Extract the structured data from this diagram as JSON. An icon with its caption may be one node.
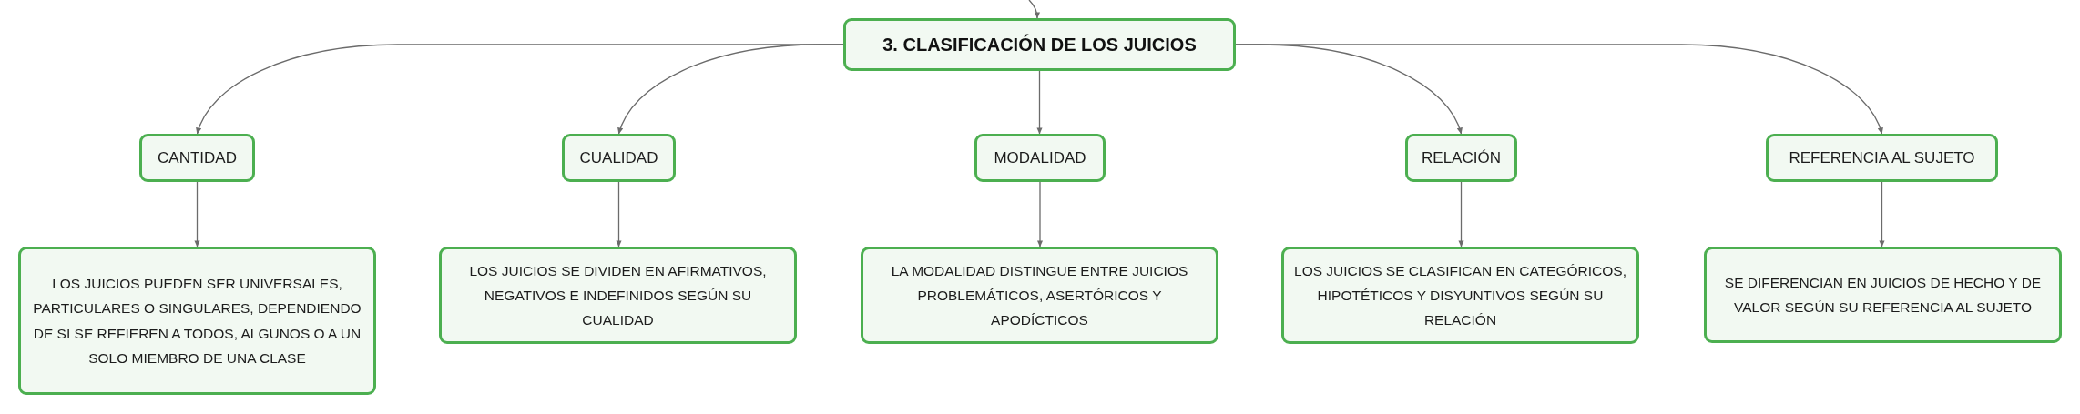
{
  "diagram": {
    "nodes": [
      {
        "text": [
          "3. CLASIFICACIÓN DE LOS JUICIOS"
        ]
      },
      {
        "text": [
          "CANTIDAD"
        ]
      },
      {
        "text": [
          "CUALIDAD"
        ]
      },
      {
        "text": [
          "MODALIDAD"
        ]
      },
      {
        "text": [
          "RELACIÓN"
        ]
      },
      {
        "text": [
          "REFERENCIA AL SUJETO"
        ]
      },
      {
        "text": [
          "LOS JUICIOS PUEDEN SER UNIVERSALES, PARTICULARES O SINGULARES, DEPENDIENDO DE SI SE REFIEREN A TODOS, ALGUNOS O A UN SOLO MIEMBRO DE UNA CLASE"
        ]
      },
      {
        "text": [
          "LOS JUICIOS SE DIVIDEN EN AFIRMATIVOS, NEGATIVOS E INDEFINIDOS SEGÚN SU CUALIDAD"
        ]
      },
      {
        "text": [
          "LA MODALIDAD DISTINGUE ENTRE JUICIOS PROBLEMÁTICOS, ASERTÓRICOS Y APODÍCTICOS"
        ]
      },
      {
        "text": [
          "LOS JUICIOS SE CLASIFICAN EN CATEGÓRICOS, HIPOTÉTICOS Y DISYUNTIVOS SEGÚN SU RELACIÓN"
        ]
      },
      {
        "text": [
          "SE DIFERENCIAN EN JUICIOS DE HECHO Y DE VALOR SEGÚN SU REFERENCIA AL SUJETO"
        ]
      }
    ],
    "edges": [
      {
        "from": null,
        "to": 0,
        "arrow": "to"
      },
      {
        "from": 0,
        "to": 1,
        "arrow": "to"
      },
      {
        "from": 0,
        "to": 2,
        "arrow": "to"
      },
      {
        "from": 0,
        "to": 3,
        "arrow": "to"
      },
      {
        "from": 0,
        "to": 4,
        "arrow": "to"
      },
      {
        "from": 0,
        "to": 5,
        "arrow": "to"
      },
      {
        "from": 1,
        "to": 6,
        "arrow": "to"
      },
      {
        "from": 2,
        "to": 7,
        "arrow": "to"
      },
      {
        "from": 3,
        "to": 8,
        "arrow": "to"
      },
      {
        "from": 4,
        "to": 9,
        "arrow": "to"
      },
      {
        "from": 5,
        "to": 10,
        "arrow": "to"
      }
    ]
  }
}
